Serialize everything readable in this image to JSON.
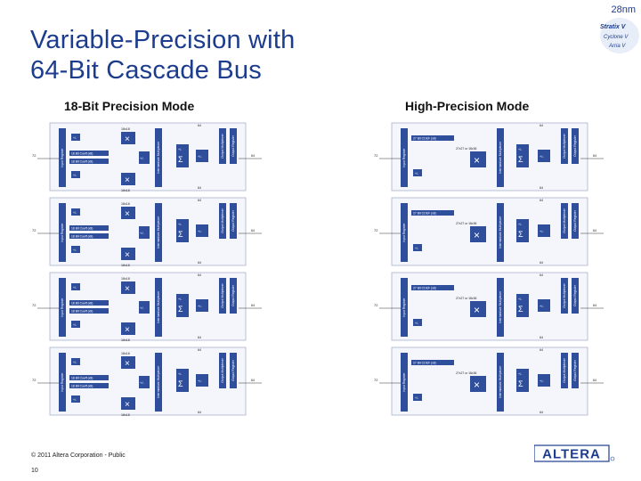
{
  "slide": {
    "title_line1": "Variable-Precision with",
    "title_line2": "64-Bit Cascade Bus",
    "node_label": "28nm",
    "left_heading": "18-Bit Precision Mode",
    "right_heading": "High-Precision Mode",
    "copyright": "© 2011 Altera Corporation - Public",
    "page_number": "10"
  },
  "corner_logo": {
    "line1": "Stratix V",
    "line2": "Cyclone V",
    "line3": "Arria V"
  },
  "brand_logo": {
    "text": "ALTERA"
  },
  "left_diagram": {
    "block_labels": {
      "top_mult": "18x18",
      "bottom_mult": "18x18",
      "coef_a": "18 Bit Coeff (x8)",
      "coef_b": "18 Bit Coeff (x8)",
      "preadd": "+/-",
      "adder": "+/-",
      "accum": "+/-",
      "sigma": "Σ",
      "bus": "64",
      "in_label": "72",
      "input_reg": "Input Register",
      "inter_mult": "Intermediate Multiplexer",
      "out_mult": "Output Multiplexer",
      "out_reg": "Output Register"
    }
  },
  "right_diagram": {
    "block_labels": {
      "coef": "27 Bit COEF (x8)",
      "mult": "27x27 or 18x36",
      "preadd": "+/-",
      "sigma": "Σ",
      "accum": "+/-",
      "bus": "64",
      "in_label": "72",
      "input_reg": "Input Register",
      "inter_mult": "Intermediate Multiplexer",
      "out_mult": "Output Multiplexer",
      "out_reg": "Output Register"
    }
  },
  "colors": {
    "title": "#1c3c8e",
    "block_fill": "#2f4f9d",
    "panel_fill": "#f4f6fb"
  }
}
